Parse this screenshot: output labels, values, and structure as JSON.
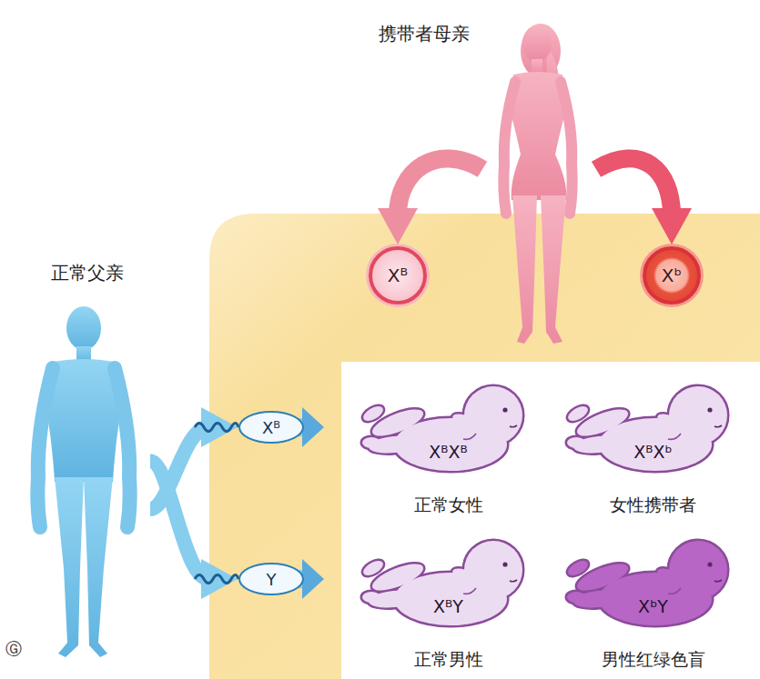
{
  "diagram": {
    "nodes": [
      {
        "text": [
          "携带者母亲"
        ]
      },
      {
        "text": [
          "正常父亲"
        ]
      },
      {
        "text": [
          "Xᴮ"
        ]
      },
      {
        "text": [
          "Xᵇ"
        ]
      },
      {
        "text": [
          "Xᴮ"
        ]
      },
      {
        "text": [
          "Y"
        ]
      },
      {
        "text": [
          "XᴮXᴮ",
          "正常女性"
        ]
      },
      {
        "text": [
          "XᴮXᵇ",
          "女性携带者"
        ]
      },
      {
        "text": [
          "XᴮY",
          "正常男性"
        ]
      },
      {
        "text": [
          "XᵇY",
          "男性红绿色盲"
        ]
      }
    ],
    "edges": [
      {
        "from": 0,
        "to": 2,
        "arrow": "to"
      },
      {
        "from": 0,
        "to": 3,
        "arrow": "to"
      },
      {
        "from": 1,
        "to": 4,
        "arrow": "to"
      },
      {
        "from": 1,
        "to": 5,
        "arrow": "to"
      }
    ],
    "labels": [
      "Ⓖ"
    ]
  }
}
